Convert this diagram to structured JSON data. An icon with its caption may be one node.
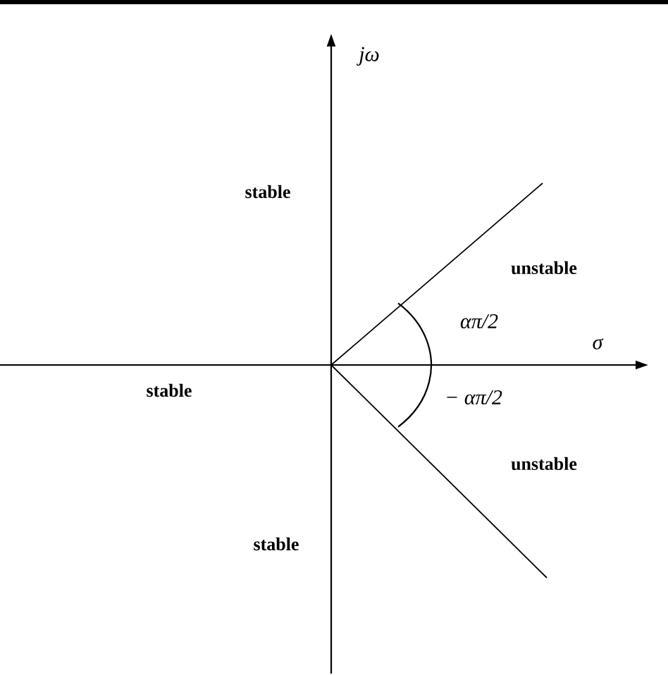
{
  "diagram": {
    "labels": [
      "jω",
      "stable",
      "unstable",
      "απ/2",
      "σ",
      "stable",
      "− απ/2",
      "unstable",
      "stable"
    ]
  }
}
